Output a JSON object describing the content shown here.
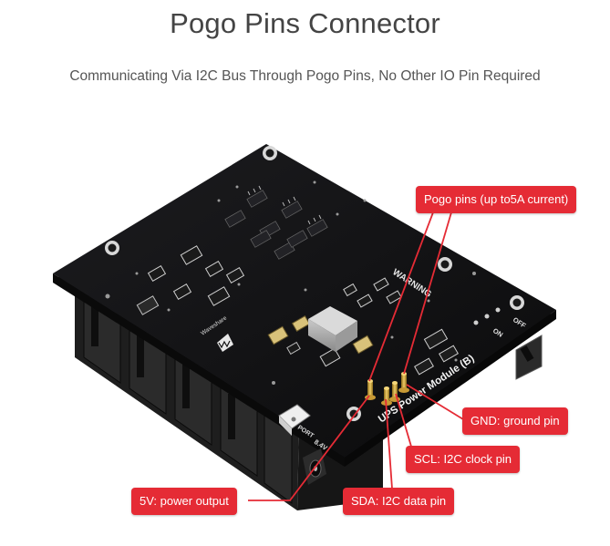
{
  "header": {
    "title": "Pogo Pins Connector",
    "subtitle": "Communicating Via I2C Bus Through Pogo Pins, No Other IO Pin Required"
  },
  "board": {
    "module_name": "UPS Power Module (B)",
    "warning_text": "WARNING",
    "switch_on": "ON",
    "switch_off": "OFF",
    "port_label": "PORT",
    "voltage_label": "8.4V",
    "brand": "Waveshare"
  },
  "callouts": {
    "pogo": "Pogo pins (up to5A current)",
    "gnd": "GND: ground pin",
    "scl": "SCL: I2C clock pin",
    "sda": "SDA: I2C data pin",
    "v5": "5V: power output"
  },
  "colors": {
    "callout": "#e52b35",
    "board": "#141416",
    "title": "#444444"
  }
}
